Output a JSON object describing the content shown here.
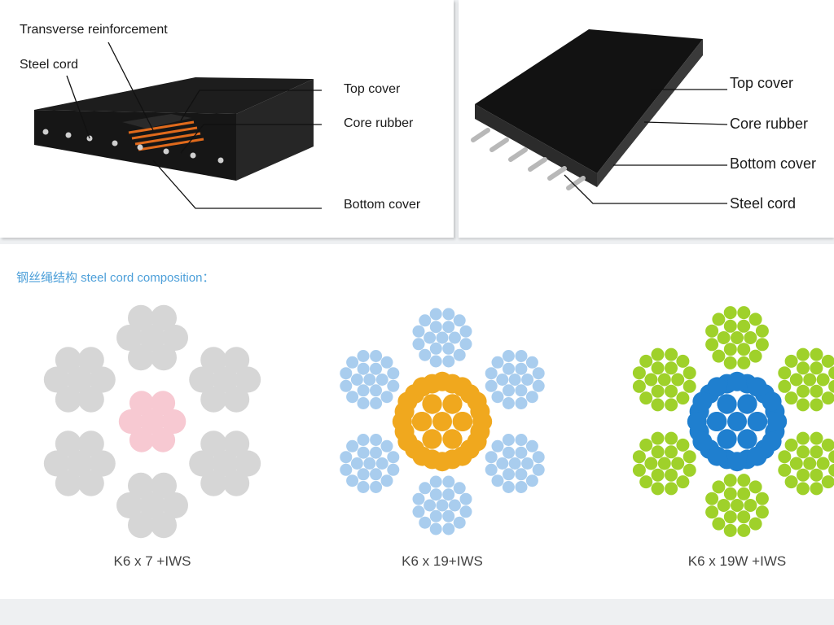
{
  "left_panel": {
    "labels": {
      "transverse_reinforcement": "Transverse reinforcement",
      "steel_cord": "Steel cord",
      "top_cover": "Top cover",
      "core_rubber": "Core rubber",
      "bottom_cover": "Bottom cover"
    }
  },
  "right_panel": {
    "labels": {
      "top_cover": "Top cover",
      "core_rubber": "Core rubber",
      "bottom_cover": "Bottom cover",
      "steel_cord": "Steel cord"
    }
  },
  "composition": {
    "heading": "钢丝绳结构 steel cord composition：",
    "items": [
      {
        "caption": "K6 x 7 +IWS",
        "outer_color": "#d6d6d6",
        "core_color": "#f7c9d2"
      },
      {
        "caption": "K6 x 19+IWS",
        "outer_color": "#a9cdee",
        "core_color": "#f0a81e"
      },
      {
        "caption": "K6 x 19W +IWS",
        "outer_color": "#9fd12a",
        "core_color": "#1f7fcf"
      }
    ]
  }
}
